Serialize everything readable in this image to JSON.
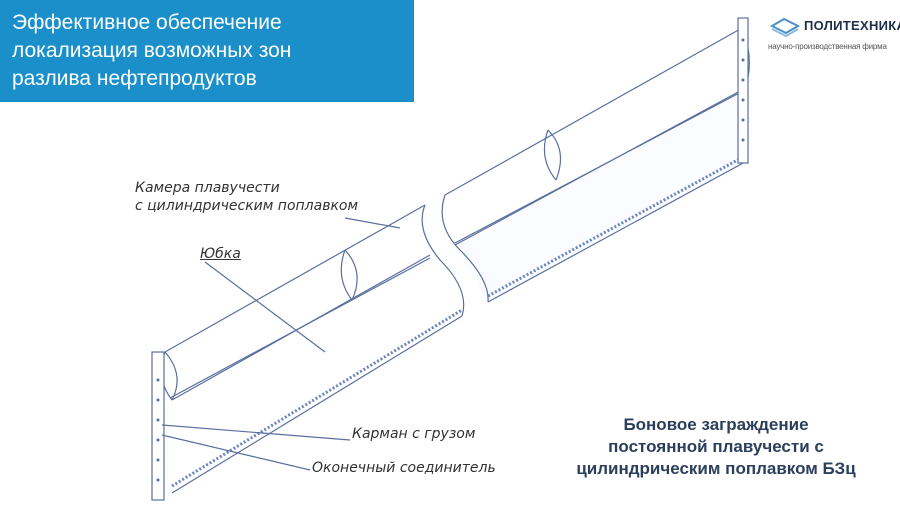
{
  "header": {
    "title_lines": [
      "Эффективное обеспечение",
      "локализация возможных зон",
      "разлива нефтепродуктов"
    ]
  },
  "logo": {
    "name": "ПОЛИТЕХНИКА",
    "subtitle": "научно-производственная фирма"
  },
  "diagram": {
    "labels": {
      "float_chamber_1": "Камера плавучести",
      "float_chamber_2": "с цилиндрическим поплавком",
      "skirt": "Юбка",
      "weight_pocket": "Карман с грузом",
      "end_connector": "Оконечный соединитель"
    },
    "line_color": "#3b5a99"
  },
  "caption": {
    "lines": [
      "Боновое заграждение",
      "постоянной плавучести с",
      "цилиндрическим поплавком БЗц"
    ]
  }
}
